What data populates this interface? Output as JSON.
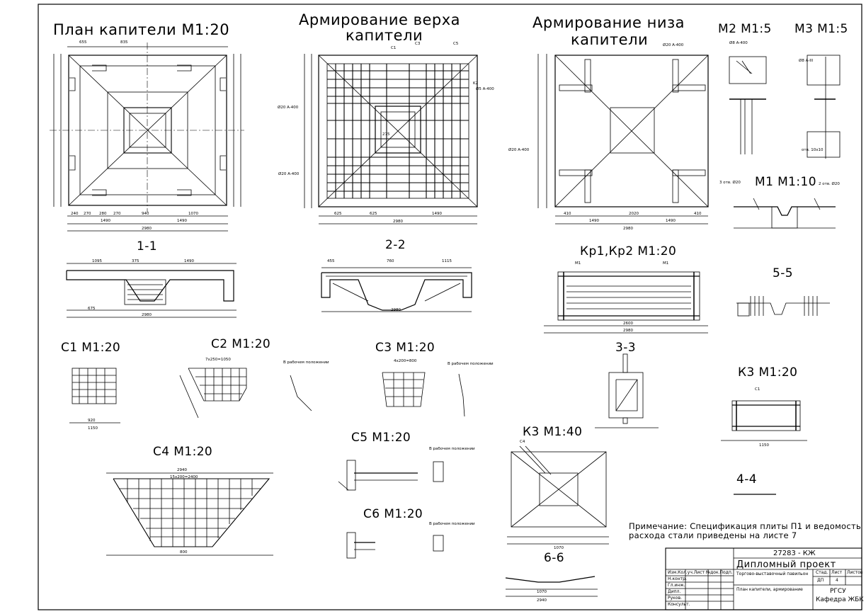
{
  "titles": {
    "capital_plan": "План капители М1:20",
    "top_reinforcement_1": "Армирование верха",
    "top_reinforcement_2": "капители",
    "bottom_reinforcement_1": "Армирование низа",
    "bottom_reinforcement_2": "капители",
    "m2": "М2 М1:5",
    "m3": "М3 М1:5",
    "m1": "М1 М1:10",
    "section_1_1": "1-1",
    "section_2_2": "2-2",
    "kr1_kr2": "Кр1,Кр2 М1:20",
    "section_5_5": "5-5",
    "c1": "С1 М1:20",
    "c2": "С2 М1:20",
    "c3": "С3 М1:20",
    "section_3_3": "3-3",
    "k3_20": "К3 М1:20",
    "c4": "С4 М1:20",
    "c5": "С5 М1:20",
    "k3_40": "К3 М1:40",
    "section_4_4": "4-4",
    "c6": "С6 М1:20",
    "section_6_6": "6-6"
  },
  "note": {
    "line1": "Примечание: Спецификация плиты П1 и ведомость",
    "line2": "расхода стали приведены на листе 7"
  },
  "dims": {
    "plan": [
      "655",
      "835",
      "240",
      "270",
      "280",
      "270",
      "940",
      "1070",
      "1490",
      "1490",
      "2980"
    ],
    "top": [
      "C3",
      "C1",
      "C5",
      "K2",
      "Ø5 A-400",
      "Ø20 A-400",
      "Ø20 A-400",
      "275",
      "625",
      "625",
      "1490",
      "2980"
    ],
    "bottom": [
      "Ø20 A-400",
      "Ø20 A-400",
      "410",
      "1490",
      "2020",
      "1490",
      "410",
      "2980"
    ],
    "m": [
      "Ø8 A-400",
      "Ø8 A-III",
      "отв. 10x10",
      "3 отв. Ø20",
      "2 отв. Ø20"
    ],
    "s11": [
      "1095",
      "375",
      "1490",
      "675",
      "2980"
    ],
    "s22": [
      "455",
      "760",
      "1115",
      "2980"
    ],
    "kr": [
      "М1",
      "М1",
      "2600",
      "2980"
    ],
    "c": [
      "920",
      "1150",
      "7x250=1050",
      "В рабочем положении",
      "4x200=800",
      "В рабочем положении",
      "2940",
      "15x200=2400",
      "800",
      "В рабочем положении",
      "В рабочем положении"
    ],
    "k3": [
      "С1",
      "1150",
      "1070",
      "С4",
      "1070",
      "2940"
    ]
  },
  "titleblock": {
    "code": "27283 - КЖ",
    "title": "Дипломный проект",
    "rows": [
      "Изм.Кол.уч.Лист №док.Подп.",
      "Н.контр.",
      "Гл.инж.",
      "Дипл.",
      "Руков.",
      "Консульт."
    ],
    "subject": "Торгово-выставочный павильон",
    "content": "План капители, армирование",
    "stage_header": "Стад.",
    "sheet_header": "Лист",
    "sheets_header": "Листов",
    "stage": "ДП",
    "sheet": "4",
    "org1": "РГСУ",
    "org2": "Кафедра ЖБК"
  }
}
